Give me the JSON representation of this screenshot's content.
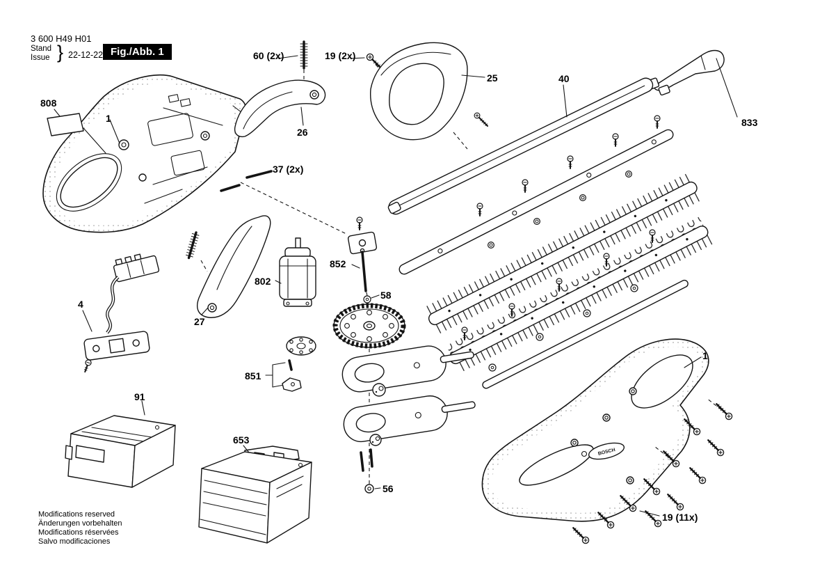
{
  "doc": {
    "number": "3 600 H49 H01",
    "stand_label": "Stand",
    "issue_label": "Issue",
    "date": "22-12-22",
    "figure_label": "Fig./Abb. 1"
  },
  "brand": {
    "logo_text": "BOSCH"
  },
  "callouts": [
    {
      "label": "808"
    },
    {
      "label": "1"
    },
    {
      "label": "60 (2x)"
    },
    {
      "label": "19 (2x)"
    },
    {
      "label": "25"
    },
    {
      "label": "40"
    },
    {
      "label": "833"
    },
    {
      "label": "26"
    },
    {
      "label": "37 (2x)"
    },
    {
      "label": "852"
    },
    {
      "label": "802"
    },
    {
      "label": "58"
    },
    {
      "label": "27"
    },
    {
      "label": "4"
    },
    {
      "label": "851"
    },
    {
      "label": "91"
    },
    {
      "label": "653"
    },
    {
      "label": "56"
    },
    {
      "label": "1"
    },
    {
      "label": "19 (11x)"
    }
  ],
  "footer": {
    "line1": "Modifications reserved",
    "line2": "Änderungen vorbehalten",
    "line3": "Modifications réservées",
    "line4": "Salvo modificaciones"
  }
}
